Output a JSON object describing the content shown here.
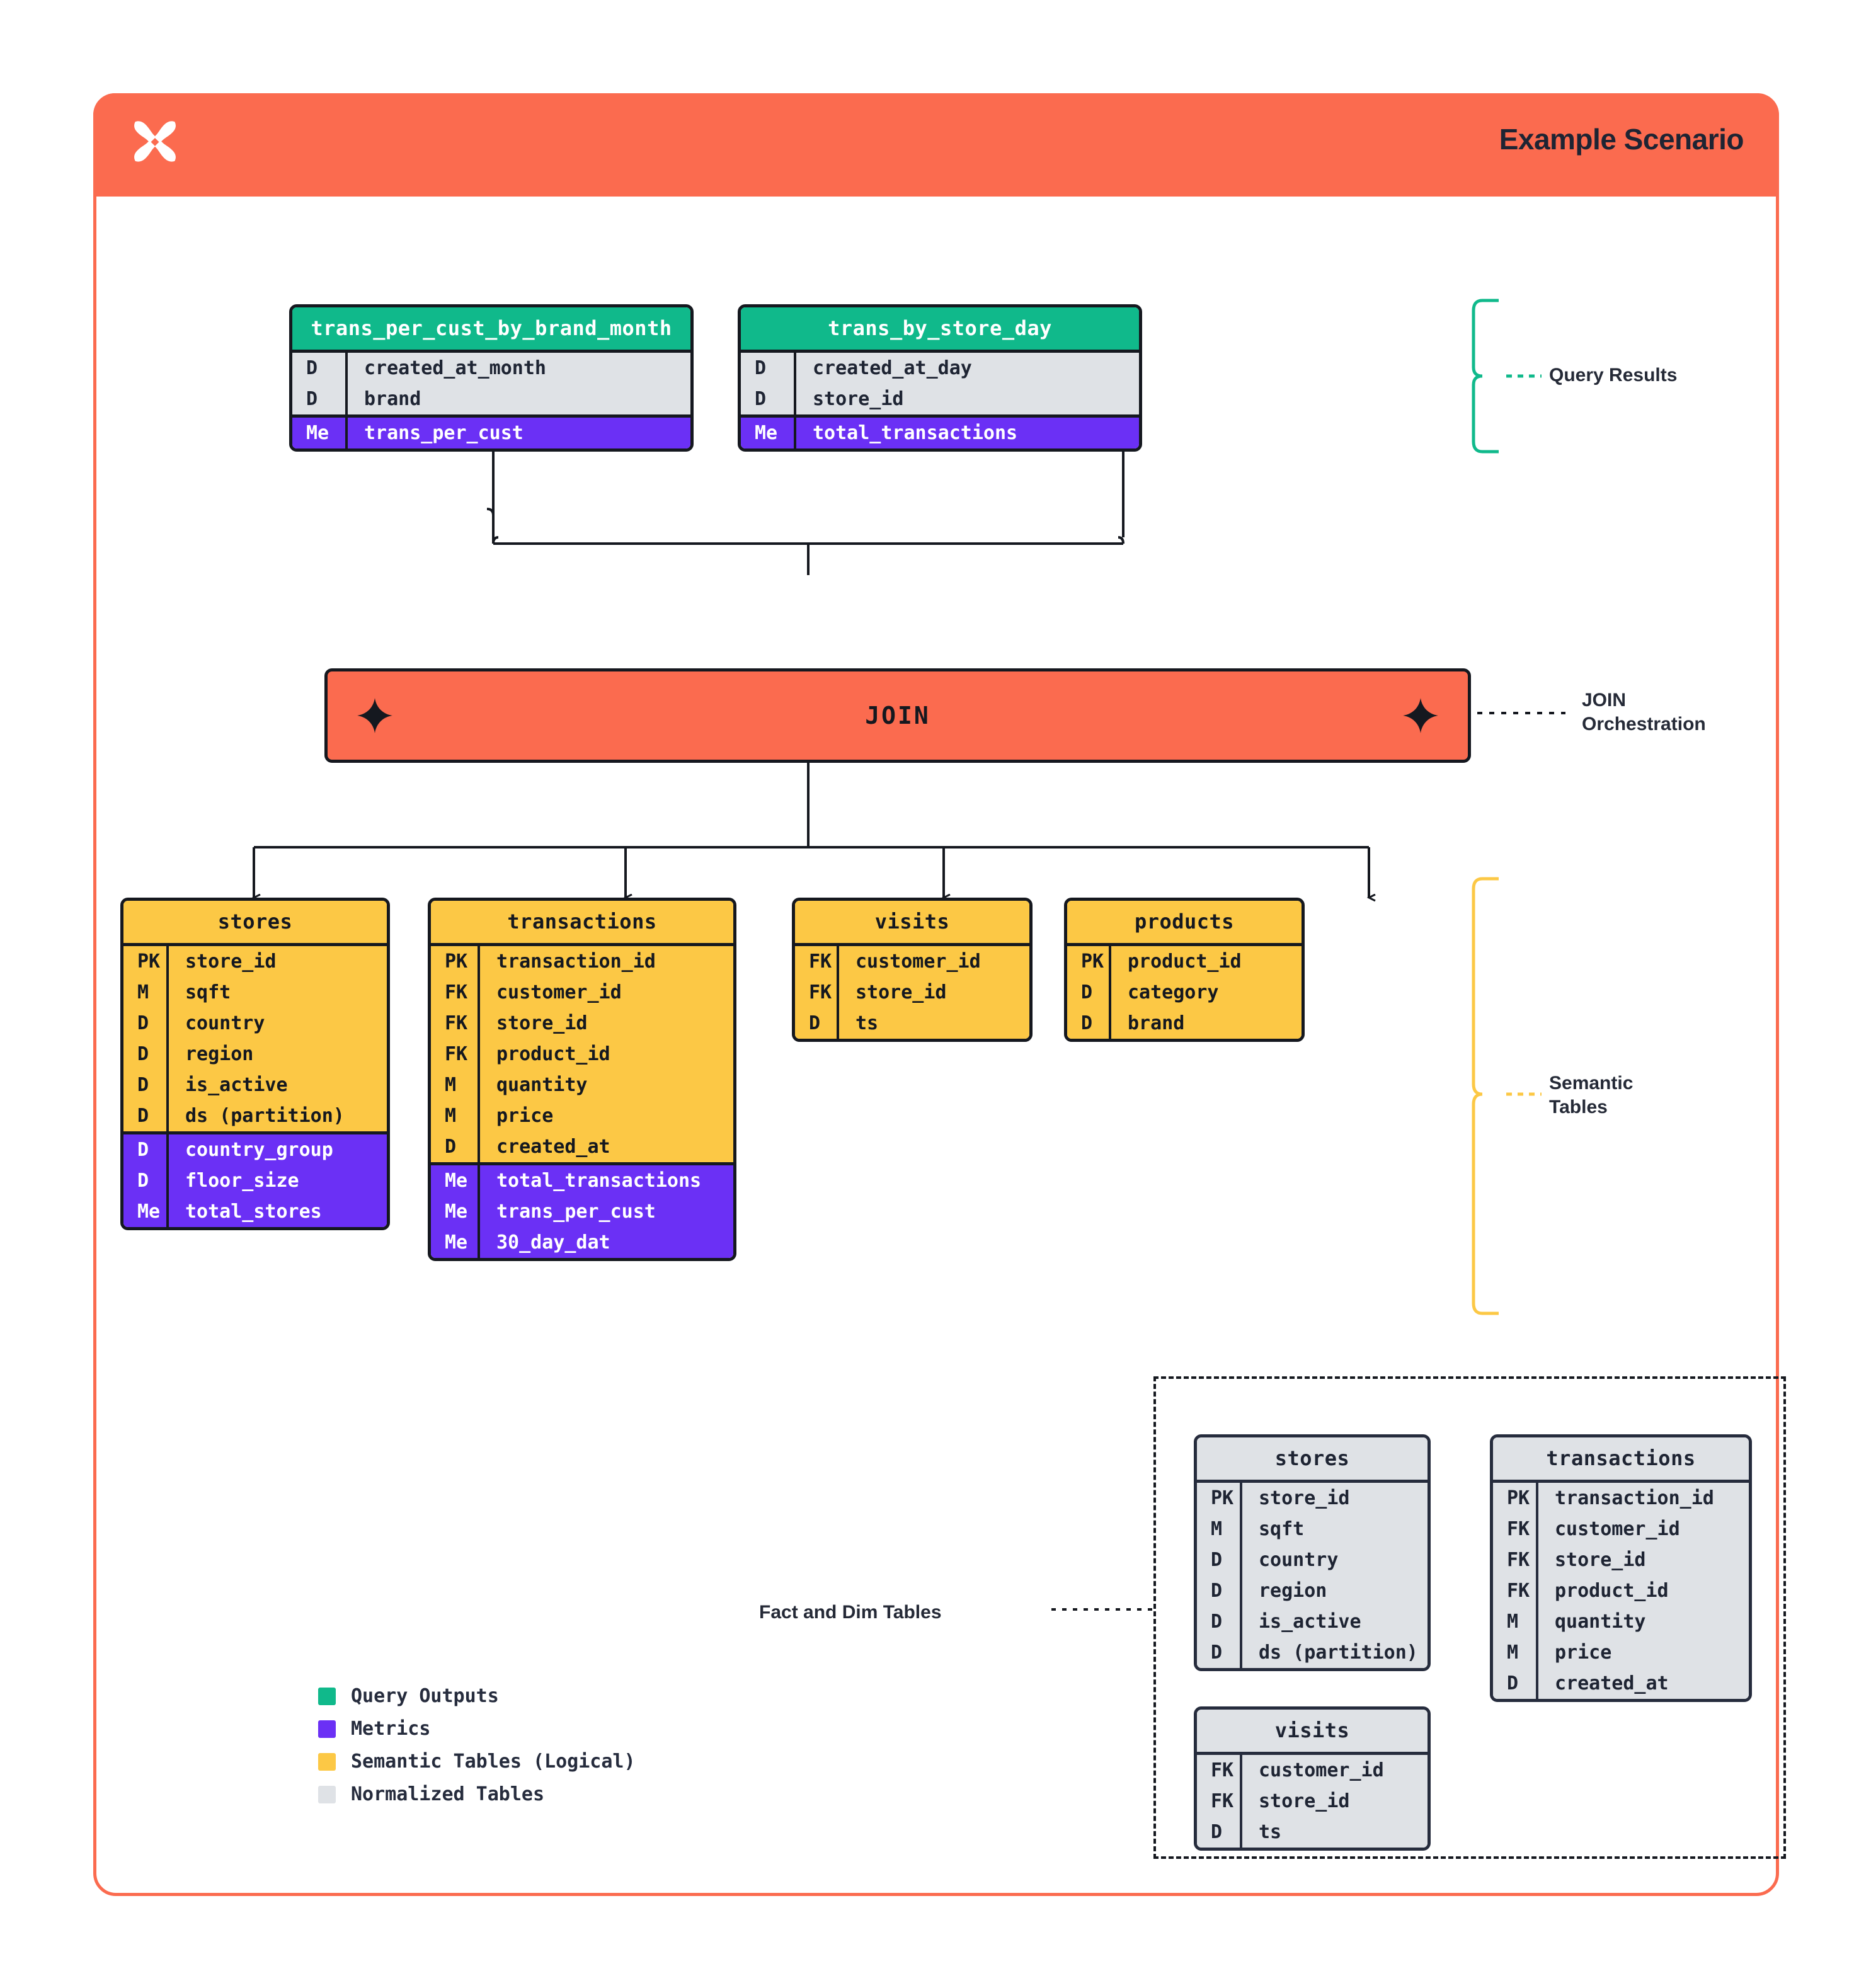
{
  "header": {
    "title": "Example Scenario",
    "logo_icon": "x-sparkle-logo",
    "bg_color": "#FB6B4F"
  },
  "colors": {
    "query_output_green": "#10B98B",
    "metric_purple": "#6B30F5",
    "semantic_yellow": "#FCC845",
    "normalized_grey": "#DFE2E6",
    "accent_orange": "#FB6B4F",
    "ink": "#15181F"
  },
  "query_results": {
    "annotation": "Query Results",
    "tables": [
      {
        "name": "trans_per_cust_by_brand_month",
        "dims": [
          {
            "key": "D",
            "col": "created_at_month"
          },
          {
            "key": "D",
            "col": "brand"
          }
        ],
        "metrics": [
          {
            "key": "Me",
            "col": "trans_per_cust"
          }
        ]
      },
      {
        "name": "trans_by_store_day",
        "dims": [
          {
            "key": "D",
            "col": "created_at_day"
          },
          {
            "key": "D",
            "col": "store_id"
          }
        ],
        "metrics": [
          {
            "key": "Me",
            "col": "total_transactions"
          }
        ]
      }
    ]
  },
  "join": {
    "label": "JOIN",
    "annotation_line1": "JOIN",
    "annotation_line2": "Orchestration",
    "sparkle_icon": "four-point-star-icon"
  },
  "semantic": {
    "annotation_line1": "Semantic",
    "annotation_line2": "Tables",
    "tables": [
      {
        "name": "stores",
        "fields": [
          {
            "key": "PK",
            "col": "store_id"
          },
          {
            "key": "M",
            "col": "sqft"
          },
          {
            "key": "D",
            "col": "country"
          },
          {
            "key": "D",
            "col": "region"
          },
          {
            "key": "D",
            "col": "is_active"
          },
          {
            "key": "D",
            "col": "ds (partition)"
          }
        ],
        "metrics": [
          {
            "key": "D",
            "col": "country_group"
          },
          {
            "key": "D",
            "col": "floor_size"
          },
          {
            "key": "Me",
            "col": "total_stores"
          }
        ]
      },
      {
        "name": "transactions",
        "fields": [
          {
            "key": "PK",
            "col": "transaction_id"
          },
          {
            "key": "FK",
            "col": "customer_id"
          },
          {
            "key": "FK",
            "col": "store_id"
          },
          {
            "key": "FK",
            "col": "product_id"
          },
          {
            "key": "M",
            "col": "quantity"
          },
          {
            "key": "M",
            "col": "price"
          },
          {
            "key": "D",
            "col": "created_at"
          }
        ],
        "metrics": [
          {
            "key": "Me",
            "col": "total_transactions"
          },
          {
            "key": "Me",
            "col": "trans_per_cust"
          },
          {
            "key": "Me",
            "col": "30_day_dat"
          }
        ]
      },
      {
        "name": "visits",
        "fields": [
          {
            "key": "FK",
            "col": "customer_id"
          },
          {
            "key": "FK",
            "col": "store_id"
          },
          {
            "key": "D",
            "col": "ts"
          }
        ],
        "metrics": []
      },
      {
        "name": "products",
        "fields": [
          {
            "key": "PK",
            "col": "product_id"
          },
          {
            "key": "D",
            "col": "category"
          },
          {
            "key": "D",
            "col": "brand"
          }
        ],
        "metrics": []
      }
    ]
  },
  "fact_dim": {
    "annotation": "Fact and Dim Tables",
    "tables": [
      {
        "name": "stores",
        "fields": [
          {
            "key": "PK",
            "col": "store_id"
          },
          {
            "key": "M",
            "col": "sqft"
          },
          {
            "key": "D",
            "col": "country"
          },
          {
            "key": "D",
            "col": "region"
          },
          {
            "key": "D",
            "col": "is_active"
          },
          {
            "key": "D",
            "col": "ds (partition)"
          }
        ]
      },
      {
        "name": "transactions",
        "fields": [
          {
            "key": "PK",
            "col": "transaction_id"
          },
          {
            "key": "FK",
            "col": "customer_id"
          },
          {
            "key": "FK",
            "col": "store_id"
          },
          {
            "key": "FK",
            "col": "product_id"
          },
          {
            "key": "M",
            "col": "quantity"
          },
          {
            "key": "M",
            "col": "price"
          },
          {
            "key": "D",
            "col": "created_at"
          }
        ]
      },
      {
        "name": "visits",
        "fields": [
          {
            "key": "FK",
            "col": "customer_id"
          },
          {
            "key": "FK",
            "col": "store_id"
          },
          {
            "key": "D",
            "col": "ts"
          }
        ]
      }
    ]
  },
  "legend": [
    {
      "label": "Query Outputs",
      "color": "#10B98B"
    },
    {
      "label": "Metrics",
      "color": "#6B30F5"
    },
    {
      "label": "Semantic Tables (Logical)",
      "color": "#FCC845"
    },
    {
      "label": "Normalized Tables",
      "color": "#DFE2E6"
    }
  ]
}
